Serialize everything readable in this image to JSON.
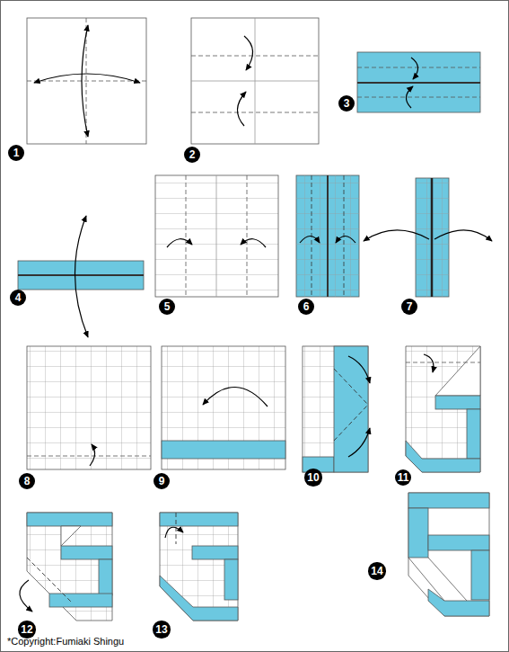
{
  "diagram": {
    "nodes": [
      {
        "text": [
          "1"
        ]
      },
      {
        "text": [
          "2"
        ]
      },
      {
        "text": [
          "3"
        ]
      },
      {
        "text": [
          "4"
        ]
      },
      {
        "text": [
          "5"
        ]
      },
      {
        "text": [
          "6"
        ]
      },
      {
        "text": [
          "7"
        ]
      },
      {
        "text": [
          "8"
        ]
      },
      {
        "text": [
          "9"
        ]
      },
      {
        "text": [
          "10"
        ]
      },
      {
        "text": [
          "11"
        ]
      },
      {
        "text": [
          "12"
        ]
      },
      {
        "text": [
          "13"
        ]
      },
      {
        "text": [
          "14"
        ]
      }
    ],
    "edges": [],
    "labels": [
      "*Copyright:Fumiaki Shingu"
    ]
  }
}
